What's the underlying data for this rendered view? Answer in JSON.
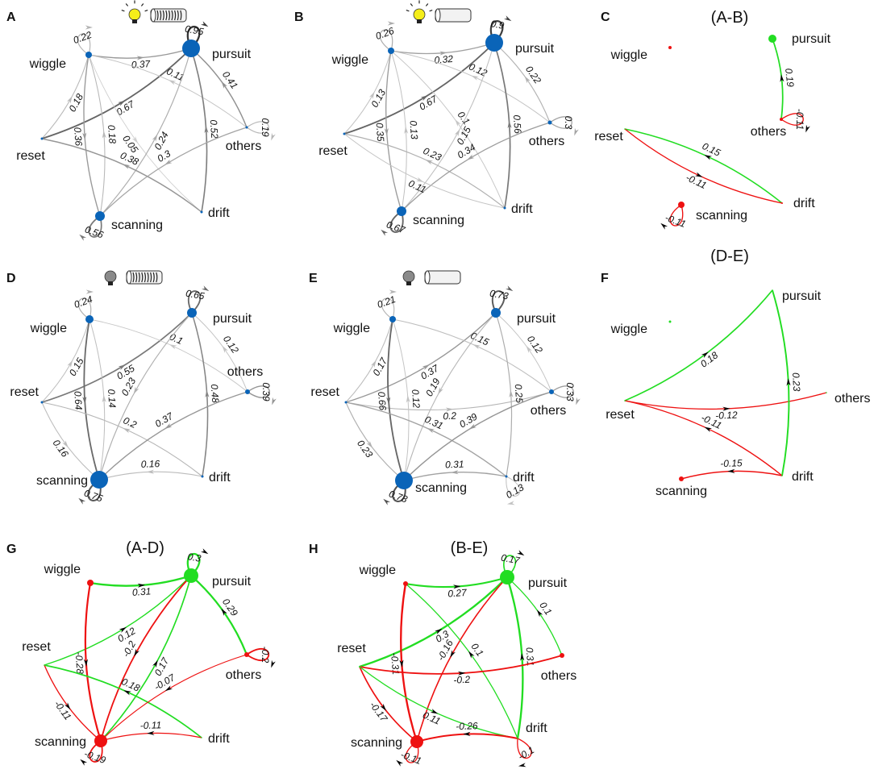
{
  "nodes": [
    "wiggle",
    "pursuit",
    "reset",
    "others",
    "scanning",
    "drift"
  ],
  "colors": {
    "node": "#0a64b8",
    "positive": "#22dd22",
    "negative": "#ee1111",
    "bulb_on": "#f5ee1a",
    "bulb_off": "#8a8a8a"
  },
  "panels": [
    {
      "id": "A",
      "title": "",
      "icons": [
        "bulb-on-icon",
        "spring-compressed-icon"
      ],
      "diff": false,
      "edges": [
        [
          "wiggle",
          "wiggle",
          "0.22"
        ],
        [
          "wiggle",
          "pursuit",
          "0.37"
        ],
        [
          "pursuit",
          "pursuit",
          "0.95"
        ],
        [
          "reset",
          "wiggle",
          "0.18"
        ],
        [
          "reset",
          "pursuit",
          "0.67"
        ],
        [
          "others",
          "wiggle",
          "0.11"
        ],
        [
          "wiggle",
          "drift",
          "0.05"
        ],
        [
          "scanning",
          "pursuit",
          "0.24"
        ],
        [
          "drift",
          "pursuit",
          "0.52"
        ],
        [
          "others",
          "pursuit",
          "0.41"
        ],
        [
          "others",
          "others",
          "0.19"
        ],
        [
          "wiggle",
          "scanning",
          "0.36"
        ],
        [
          "scanning",
          "wiggle",
          "0.18"
        ],
        [
          "drift",
          "reset",
          "0.38"
        ],
        [
          "others",
          "scanning",
          "0.3"
        ],
        [
          "scanning",
          "scanning",
          "0.56"
        ]
      ]
    },
    {
      "id": "B",
      "title": "",
      "icons": [
        "bulb-on-icon",
        "spring-extended-icon"
      ],
      "diff": false,
      "edges": [
        [
          "wiggle",
          "wiggle",
          "0.26"
        ],
        [
          "wiggle",
          "pursuit",
          "0.32"
        ],
        [
          "pursuit",
          "pursuit",
          "0.9"
        ],
        [
          "reset",
          "wiggle",
          "0.13"
        ],
        [
          "reset",
          "pursuit",
          "0.67"
        ],
        [
          "others",
          "wiggle",
          "0.12"
        ],
        [
          "drift",
          "wiggle",
          "0.1"
        ],
        [
          "scanning",
          "pursuit",
          "0.15"
        ],
        [
          "drift",
          "pursuit",
          "0.56"
        ],
        [
          "others",
          "pursuit",
          "0.22"
        ],
        [
          "others",
          "others",
          "0.3"
        ],
        [
          "wiggle",
          "scanning",
          "0.35"
        ],
        [
          "scanning",
          "wiggle",
          "0.13"
        ],
        [
          "drift",
          "reset",
          "0.23"
        ],
        [
          "others",
          "scanning",
          "0.34"
        ],
        [
          "reset",
          "drift",
          "0.11"
        ],
        [
          "scanning",
          "scanning",
          "0.67"
        ]
      ]
    },
    {
      "id": "C",
      "title": "(A-B)",
      "icons": [],
      "diff": true,
      "edges": [
        [
          "others",
          "pursuit",
          "0.19"
        ],
        [
          "others",
          "others",
          "-0.11"
        ],
        [
          "drift",
          "reset",
          "0.15"
        ],
        [
          "reset",
          "drift",
          "-0.11"
        ],
        [
          "scanning",
          "scanning",
          "-0.11"
        ]
      ]
    },
    {
      "id": "D",
      "title": "",
      "icons": [
        "bulb-off-icon",
        "spring-compressed-icon"
      ],
      "diff": false,
      "edges": [
        [
          "wiggle",
          "wiggle",
          "0.24"
        ],
        [
          "pursuit",
          "pursuit",
          "0.65"
        ],
        [
          "reset",
          "wiggle",
          "0.15"
        ],
        [
          "reset",
          "pursuit",
          "0.55"
        ],
        [
          "others",
          "wiggle",
          "0.1"
        ],
        [
          "pursuit",
          "scanning",
          "0.23"
        ],
        [
          "drift",
          "pursuit",
          "0.48"
        ],
        [
          "others",
          "pursuit",
          "0.12"
        ],
        [
          "others",
          "others",
          "0.39"
        ],
        [
          "wiggle",
          "scanning",
          "0.64"
        ],
        [
          "scanning",
          "wiggle",
          "0.14"
        ],
        [
          "drift",
          "reset",
          "0.2"
        ],
        [
          "others",
          "scanning",
          "0.37"
        ],
        [
          "reset",
          "scanning",
          "0.16"
        ],
        [
          "drift",
          "scanning",
          "0.16"
        ],
        [
          "scanning",
          "scanning",
          "0.75"
        ]
      ]
    },
    {
      "id": "E",
      "title": "",
      "icons": [
        "bulb-off-icon",
        "spring-extended-icon"
      ],
      "diff": false,
      "edges": [
        [
          "wiggle",
          "wiggle",
          "0.21"
        ],
        [
          "pursuit",
          "pursuit",
          "0.73"
        ],
        [
          "reset",
          "wiggle",
          "0.17"
        ],
        [
          "reset",
          "pursuit",
          "0.37"
        ],
        [
          "others",
          "wiggle",
          "0.15"
        ],
        [
          "pursuit",
          "scanning",
          "0.19"
        ],
        [
          "reset",
          "others",
          "0.2"
        ],
        [
          "drift",
          "pursuit",
          "0.25"
        ],
        [
          "others",
          "pursuit",
          "0.12"
        ],
        [
          "others",
          "others",
          "0.33"
        ],
        [
          "wiggle",
          "scanning",
          "0.66"
        ],
        [
          "scanning",
          "wiggle",
          "0.12"
        ],
        [
          "drift",
          "reset",
          "0.31"
        ],
        [
          "others",
          "scanning",
          "0.39"
        ],
        [
          "reset",
          "scanning",
          "0.23"
        ],
        [
          "drift",
          "scanning",
          "0.31"
        ],
        [
          "scanning",
          "scanning",
          "0.78"
        ],
        [
          "drift",
          "drift",
          "0.13"
        ]
      ]
    },
    {
      "id": "F",
      "title": "(D-E)",
      "icons": [],
      "diff": true,
      "edges": [
        [
          "reset",
          "pursuit",
          "0.18"
        ],
        [
          "reset",
          "others",
          "-0.12"
        ],
        [
          "drift",
          "pursuit",
          "0.23"
        ],
        [
          "drift",
          "reset",
          "-0.11"
        ],
        [
          "drift",
          "scanning",
          "-0.15"
        ]
      ]
    },
    {
      "id": "G",
      "title": "(A-D)",
      "icons": [],
      "diff": true,
      "edges": [
        [
          "pursuit",
          "pursuit",
          "0.3"
        ],
        [
          "wiggle",
          "pursuit",
          "0.31"
        ],
        [
          "reset",
          "pursuit",
          "0.12"
        ],
        [
          "pursuit",
          "scanning",
          "-0.2"
        ],
        [
          "scanning",
          "pursuit",
          "0.17"
        ],
        [
          "others",
          "pursuit",
          "0.29"
        ],
        [
          "others",
          "others",
          "-0.2"
        ],
        [
          "wiggle",
          "scanning",
          "-0.28"
        ],
        [
          "drift",
          "reset",
          "0.18"
        ],
        [
          "others",
          "scanning",
          "-0.07"
        ],
        [
          "reset",
          "scanning",
          "-0.11"
        ],
        [
          "drift",
          "scanning",
          "-0.11"
        ],
        [
          "scanning",
          "scanning",
          "-0.19"
        ]
      ]
    },
    {
      "id": "H",
      "title": "(B-E)",
      "icons": [],
      "diff": true,
      "edges": [
        [
          "pursuit",
          "pursuit",
          "0.17"
        ],
        [
          "wiggle",
          "pursuit",
          "0.27"
        ],
        [
          "reset",
          "pursuit",
          "0.3"
        ],
        [
          "pursuit",
          "scanning",
          "-0.16"
        ],
        [
          "drift",
          "wiggle",
          "0.1"
        ],
        [
          "others",
          "pursuit",
          "0.1"
        ],
        [
          "drift",
          "pursuit",
          "0.31"
        ],
        [
          "wiggle",
          "scanning",
          "-0.31"
        ],
        [
          "reset",
          "others",
          "-0.2"
        ],
        [
          "reset",
          "scanning",
          "-0.17"
        ],
        [
          "reset",
          "drift",
          "0.11"
        ],
        [
          "drift",
          "scanning",
          "-0.26"
        ],
        [
          "scanning",
          "scanning",
          "-0.11"
        ],
        [
          "drift",
          "drift",
          "-0.1"
        ]
      ]
    }
  ]
}
